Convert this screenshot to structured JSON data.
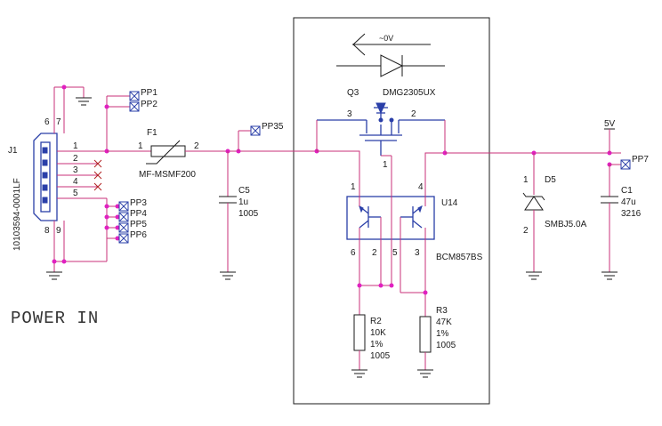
{
  "connector": {
    "ref": "J1",
    "part": "10103594-0001LF",
    "pins": [
      "1",
      "2",
      "3",
      "4",
      "5"
    ],
    "shield_pins": [
      "6",
      "7",
      "8",
      "9"
    ]
  },
  "test_points": [
    "PP1",
    "PP2",
    "PP3",
    "PP4",
    "PP5",
    "PP6",
    "PP35",
    "PP7"
  ],
  "fuse": {
    "ref": "F1",
    "part": "MF-MSMF200",
    "pin1": "1",
    "pin2": "2"
  },
  "c5": {
    "ref": "C5",
    "value": "1u",
    "package": "1005"
  },
  "q3": {
    "ref": "Q3",
    "part": "DMG2305UX",
    "pin1": "1",
    "pin2": "2",
    "pin3": "3"
  },
  "arrow_label": "~0V",
  "u14": {
    "ref": "U14",
    "part": "BCM857BS",
    "pins": [
      "1",
      "2",
      "3",
      "4",
      "5",
      "6"
    ]
  },
  "r2": {
    "ref": "R2",
    "value": "10K",
    "tolerance": "1%",
    "package": "1005"
  },
  "r3": {
    "ref": "R3",
    "value": "47K",
    "tolerance": "1%",
    "package": "1005"
  },
  "d5": {
    "ref": "D5",
    "part": "SMBJ5.0A",
    "pin1": "1",
    "pin2": "2"
  },
  "c1": {
    "ref": "C1",
    "value": "47u",
    "package": "3216"
  },
  "rail": "5V",
  "section_title": "POWER IN"
}
